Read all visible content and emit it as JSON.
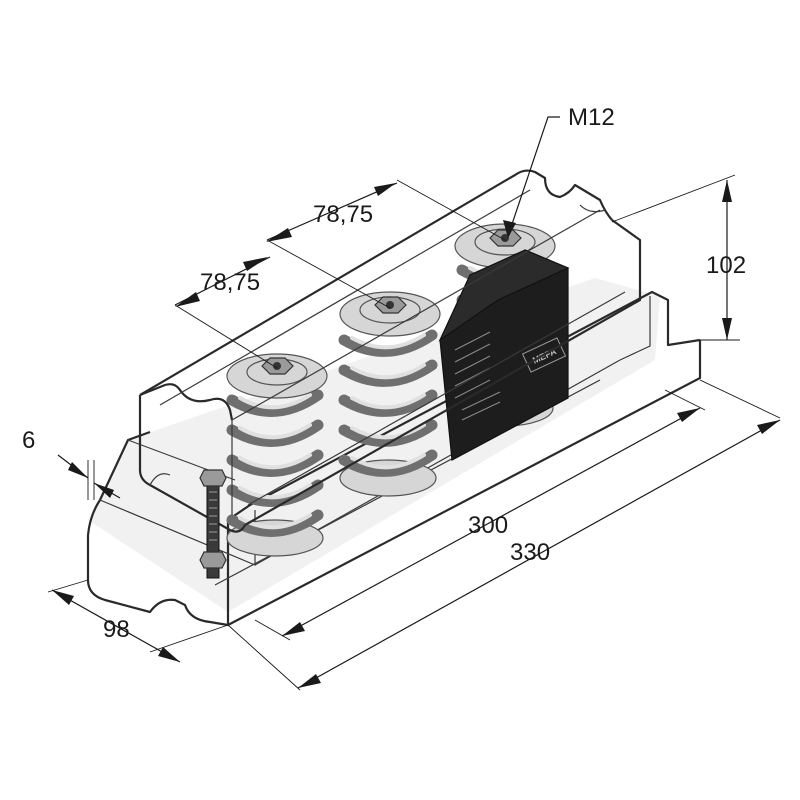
{
  "dimensions": {
    "thread": "M12",
    "height": "102",
    "spacing_a": "78,75",
    "spacing_b": "78,75",
    "flange_thickness": "6",
    "width": "98",
    "inner_length": "300",
    "overall_length": "330"
  },
  "components": {
    "spring_count": 3,
    "label_logo": "MEFA",
    "colors": {
      "line": "#1a1a1a",
      "rail": "#eeeeee",
      "spring": "#6f6f6f",
      "label": "#2b2b2b"
    }
  }
}
